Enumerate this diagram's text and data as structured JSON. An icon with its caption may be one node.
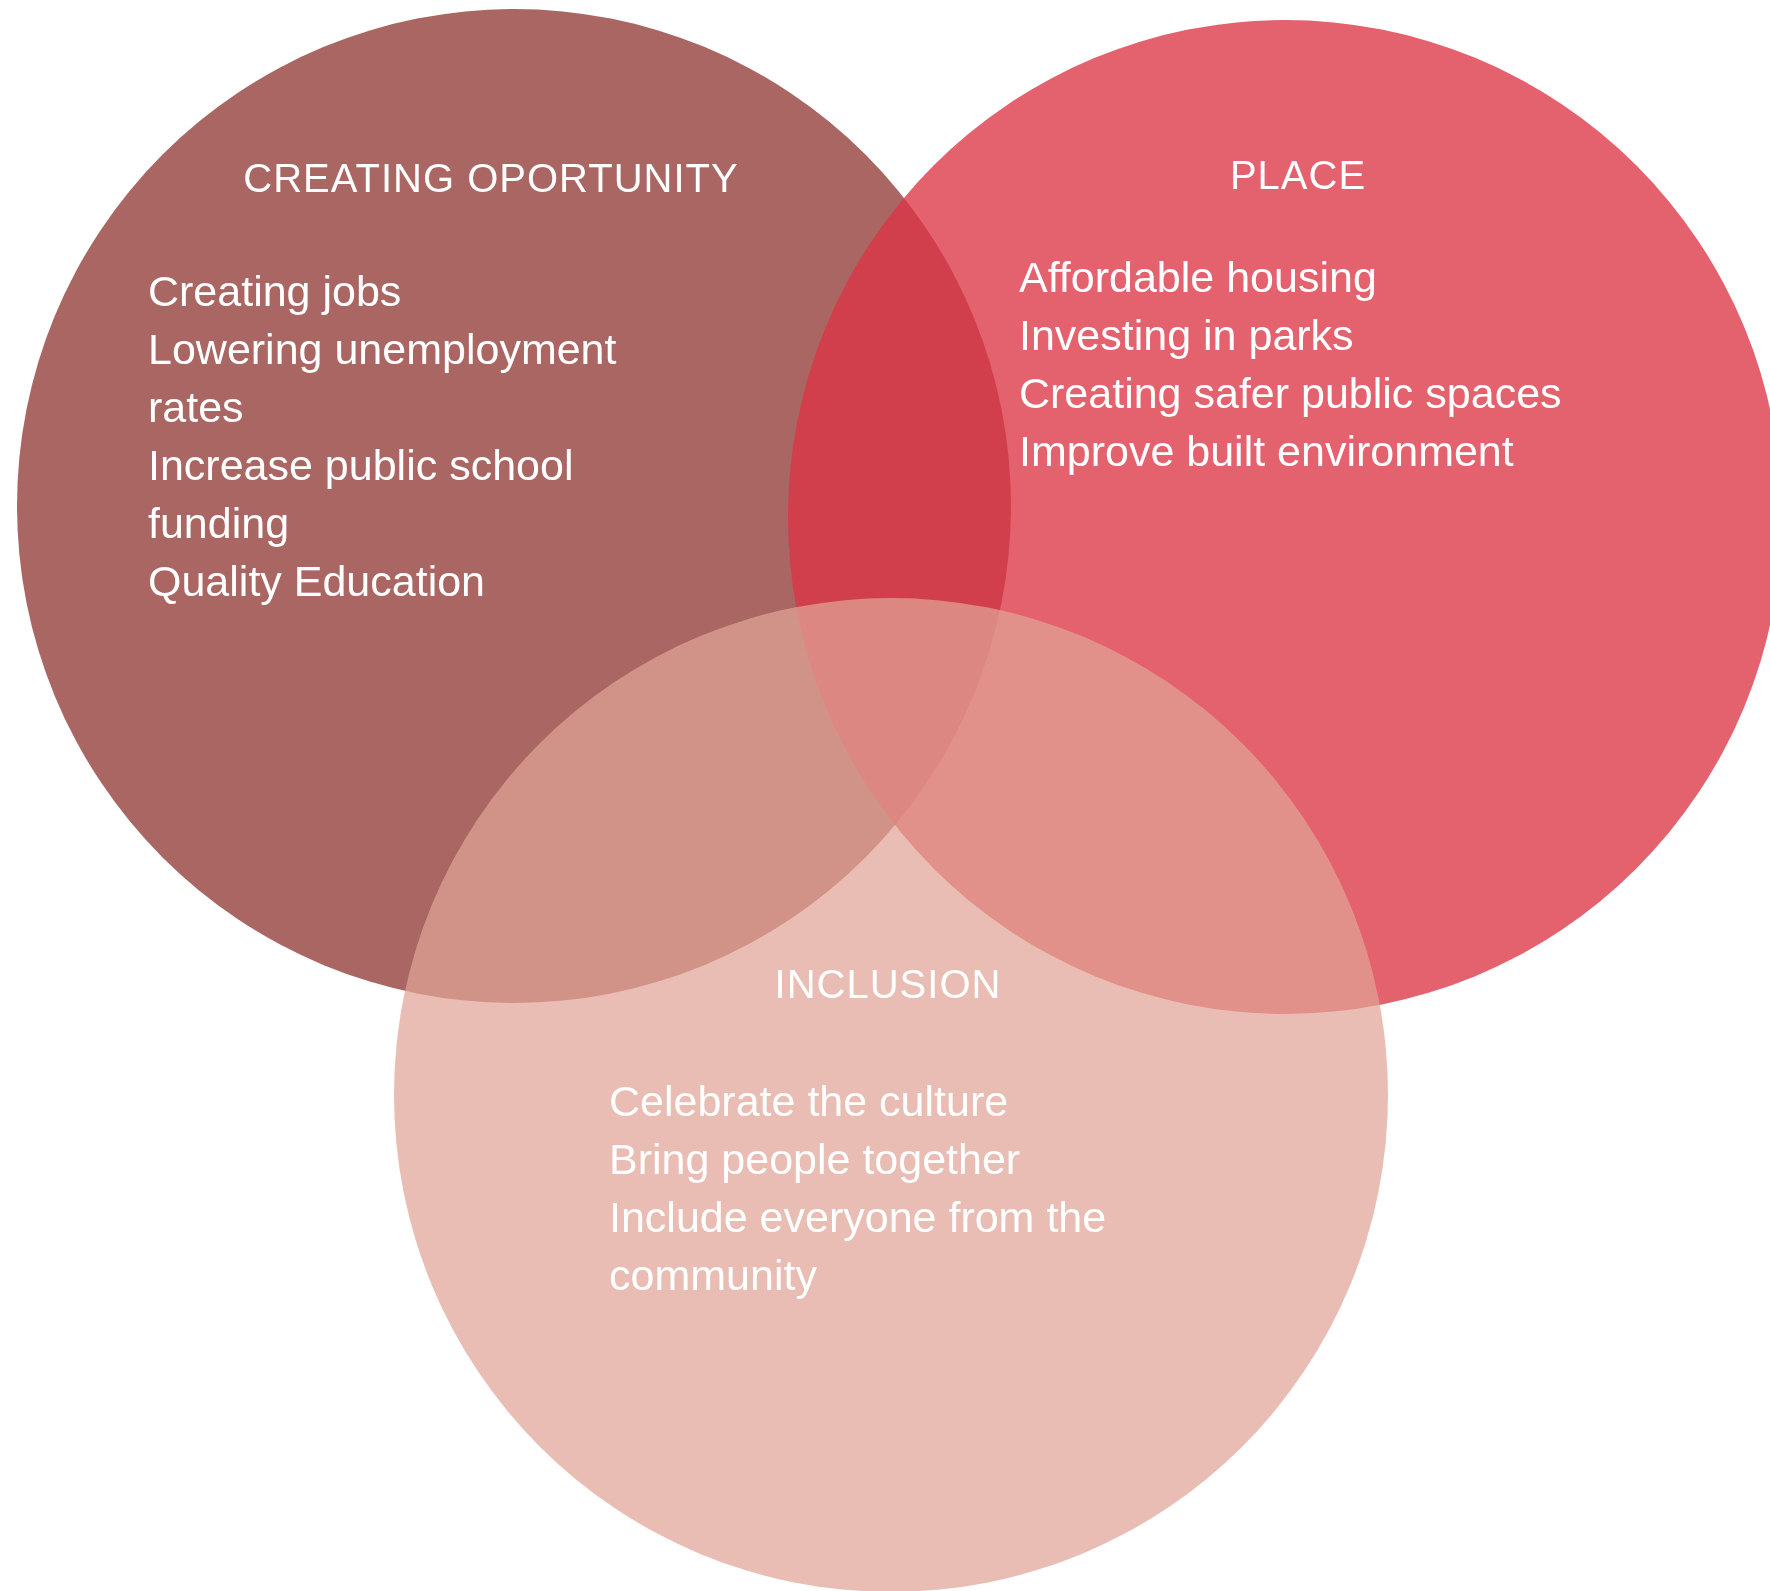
{
  "diagram": {
    "nodes": [
      {
        "text": [
          "CREATING OPORTUNITY",
          "Creating jobs",
          "Lowering unemployment rates",
          "Increase public school funding",
          "Quality Education"
        ]
      },
      {
        "text": [
          "PLACE",
          "Affordable housing",
          "Investing in parks",
          "Creating safer public spaces",
          "Improve built environment"
        ]
      },
      {
        "text": [
          "INCLUSION",
          "Celebrate the culture",
          "Bring people together",
          "Include everyone from the community"
        ]
      }
    ]
  }
}
